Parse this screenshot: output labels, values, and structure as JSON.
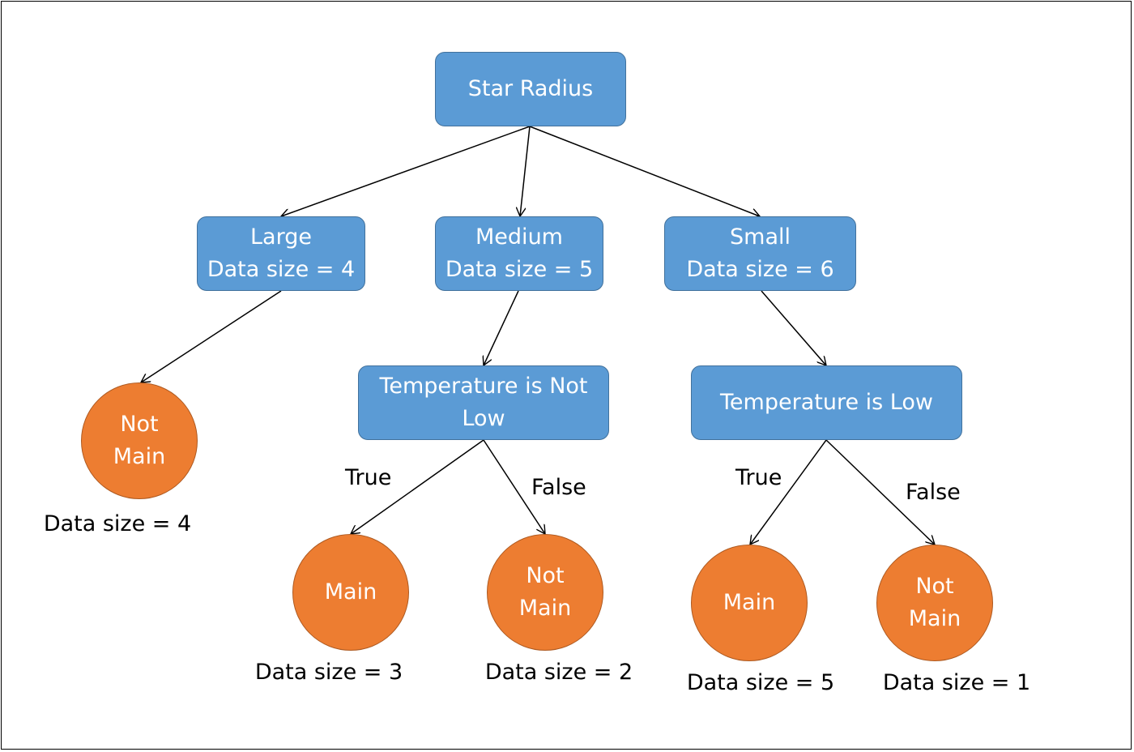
{
  "root": {
    "label": "Star Radius"
  },
  "branches": {
    "large": {
      "name": "Large",
      "size": "Data size = 4"
    },
    "medium": {
      "name": "Medium",
      "size": "Data size = 5"
    },
    "small": {
      "name": "Small",
      "size": "Data size = 6"
    }
  },
  "conditions": {
    "medium": {
      "line1": "Temperature is Not",
      "line2": "Low"
    },
    "small": {
      "text": "Temperature is Low"
    }
  },
  "edge_labels": {
    "medium_true": "True",
    "medium_false": "False",
    "small_true": "True",
    "small_false": "False"
  },
  "leaves": {
    "large": {
      "line1": "Not",
      "line2": "Main",
      "size": "Data size = 4"
    },
    "medium_true": {
      "text": "Main",
      "size": "Data size = 3"
    },
    "medium_false": {
      "line1": "Not",
      "line2": "Main",
      "size": "Data size = 2"
    },
    "small_true": {
      "text": "Main",
      "size": "Data size = 5"
    },
    "small_false": {
      "line1": "Not",
      "line2": "Main",
      "size": "Data size = 1"
    }
  },
  "colors": {
    "decision_node": "#5b9bd5",
    "leaf_node": "#ed7d31",
    "edge": "#000000"
  }
}
